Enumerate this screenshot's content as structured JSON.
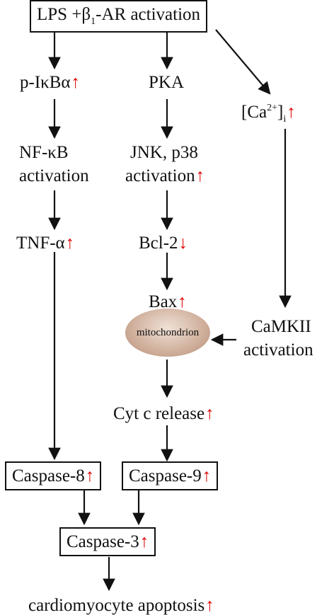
{
  "colors": {
    "up_arrow": "#e00000",
    "line": "#111111",
    "mitochondrion": "#c9a38e"
  },
  "nodes": {
    "top": {
      "prefix": "LPS +β",
      "sub": "1",
      "suffix": "-AR activation"
    },
    "p_ikba": "p-IκBα",
    "pka": "PKA",
    "ca": {
      "open": "[Ca",
      "sup": "2+",
      "close": "]",
      "sub": "i"
    },
    "nfkb_1": "NF-κB",
    "nfkb_2": "activation",
    "jnk_1": "JNK, p38",
    "jnk_2": "activation",
    "tnf": "TNF-α",
    "bcl2": "Bcl-2",
    "bax": "Bax",
    "mito": "mitochondrion",
    "camkii_1": "CaMKII",
    "camkii_2": "activation",
    "cytc": "Cyt c release",
    "casp8": "Caspase-8",
    "casp9": "Caspase-9",
    "casp3": "Caspase-3",
    "apoptosis": "cardiomyocyte apoptosis"
  },
  "indicators": {
    "up": "↑",
    "down": "↓"
  }
}
